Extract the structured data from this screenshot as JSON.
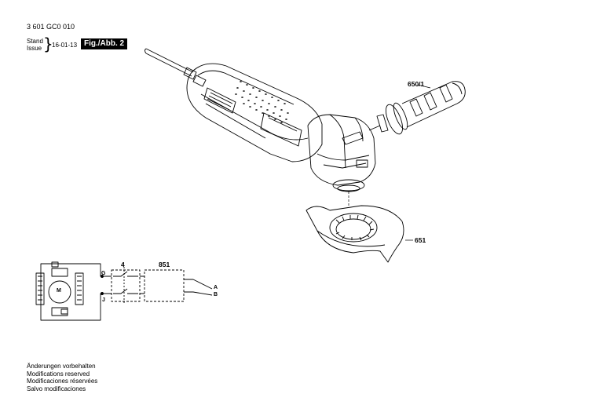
{
  "header": {
    "doc_number": "3 601 GC0 010",
    "stand_label": "Stand",
    "issue_label": "Issue",
    "date": "16-01-13",
    "figure_label": "Fig./Abb. 2"
  },
  "parts": {
    "handle": "650/1",
    "guard": "651",
    "switch": "4",
    "module": "851"
  },
  "circuit": {
    "motor_label": "M",
    "terminal_g": "G",
    "terminal_j": "J",
    "wire_a": "A",
    "wire_b": "B"
  },
  "footer": {
    "lines": [
      "Änderungen vorbehalten",
      "Modifications reserved",
      "Modificaciones réservées",
      "Salvo modificaciones"
    ]
  }
}
